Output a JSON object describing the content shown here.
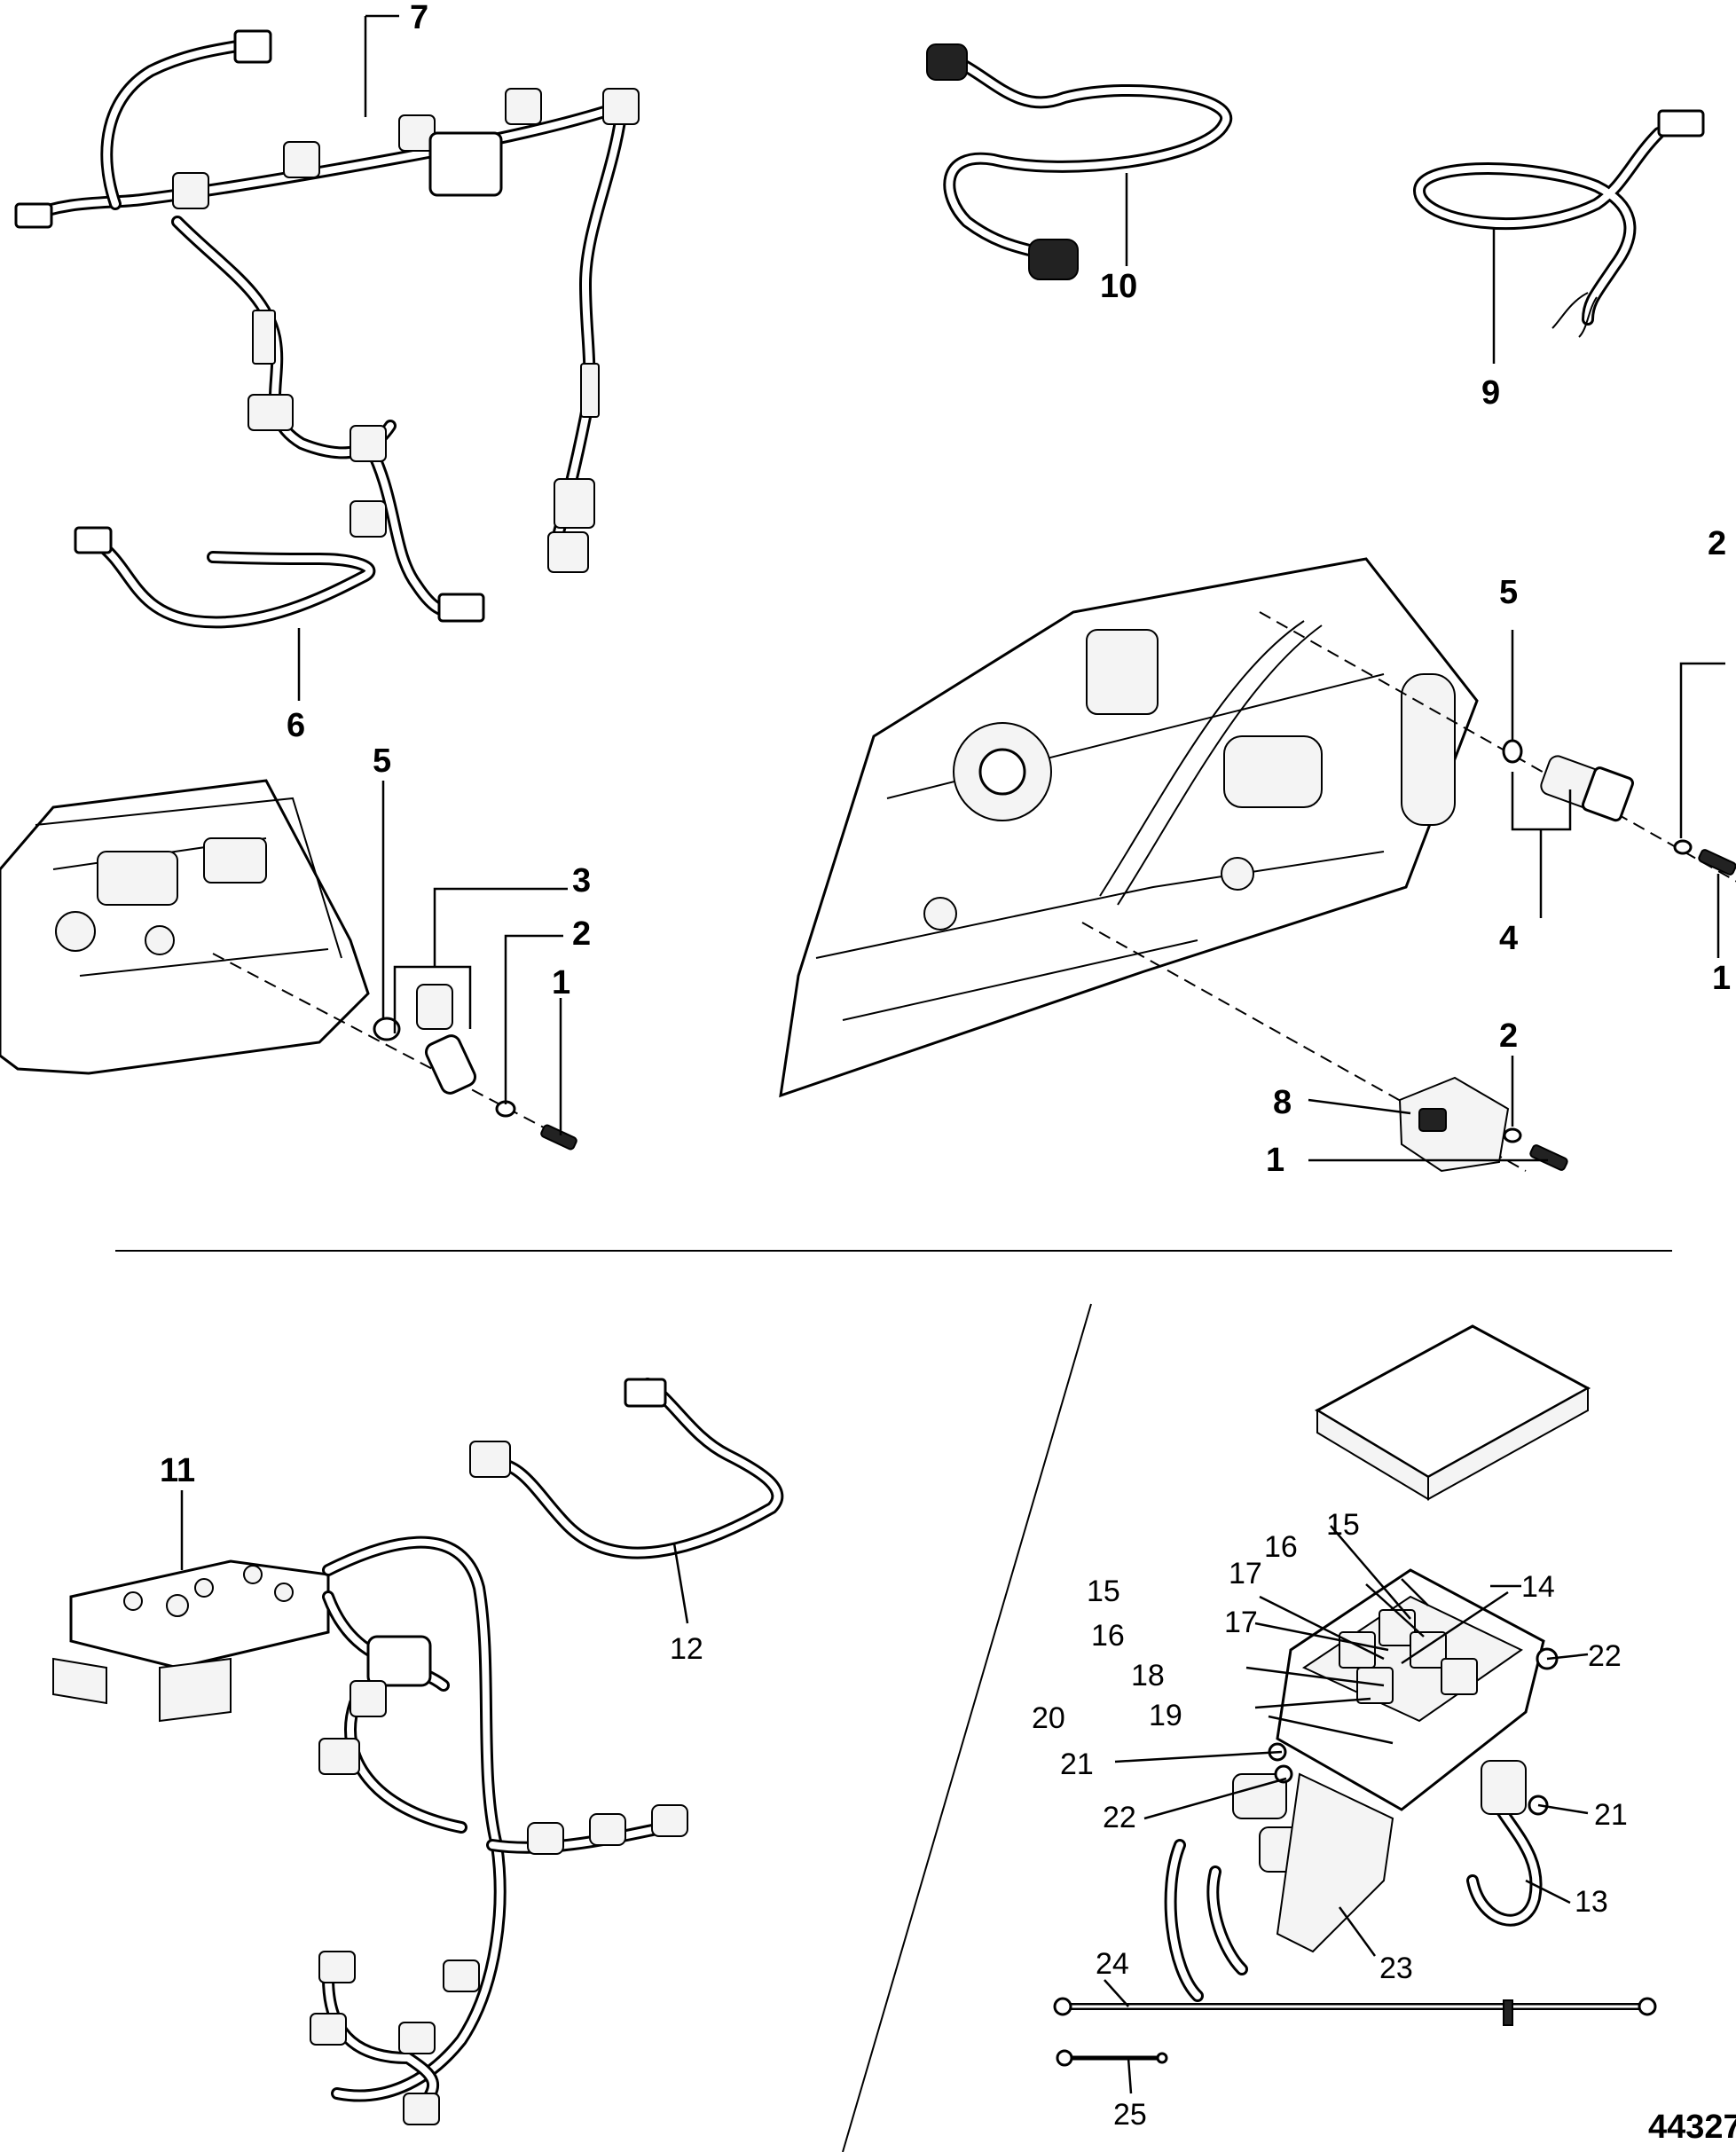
{
  "callouts": {
    "c1a": "1",
    "c1b": "1",
    "c1c": "1",
    "c2a": "2",
    "c2b": "2",
    "c2c": "2",
    "c3": "3",
    "c4": "4",
    "c5a": "5",
    "c5b": "5",
    "c6": "6",
    "c7": "7",
    "c8": "8",
    "c9": "9",
    "c10": "10",
    "c11": "11",
    "c12": "12",
    "c13": "13",
    "c14": "14",
    "c15a": "15",
    "c15b": "15",
    "c16a": "16",
    "c16b": "16",
    "c17a": "17",
    "c17b": "17",
    "c18": "18",
    "c19": "19",
    "c20": "20",
    "c21a": "21",
    "c21b": "21",
    "c22a": "22",
    "c22b": "22",
    "c23": "23",
    "c24": "24",
    "c25": "25"
  },
  "drawing_number": "44327"
}
